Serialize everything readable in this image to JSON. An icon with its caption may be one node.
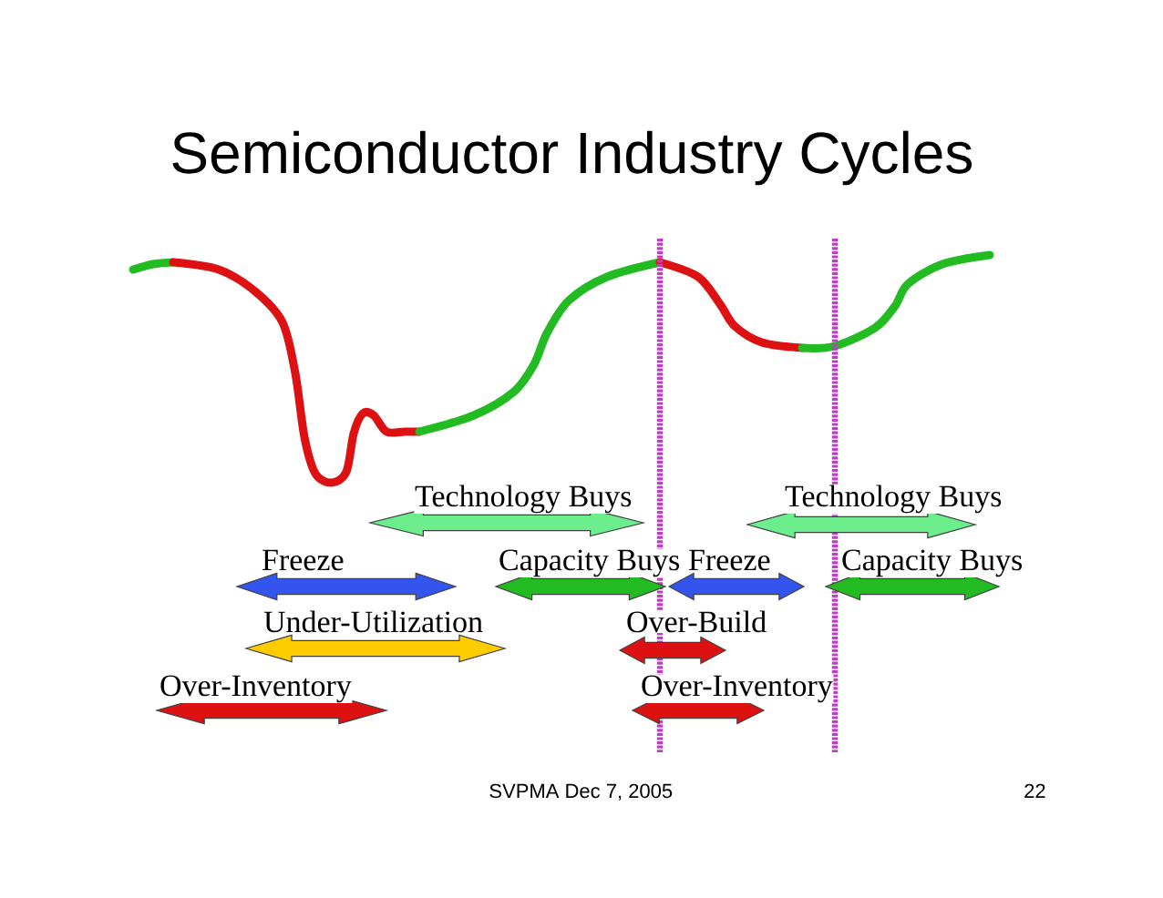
{
  "diagram": {
    "title": "Semiconductor Industry Cycles",
    "nodes": [
      {
        "text": [
          "Technology Buys"
        ]
      },
      {
        "text": [
          "Technology Buys"
        ]
      },
      {
        "text": [
          "Freeze"
        ]
      },
      {
        "text": [
          "Capacity Buys"
        ]
      },
      {
        "text": [
          "Freeze"
        ]
      },
      {
        "text": [
          "Capacity Buys"
        ]
      },
      {
        "text": [
          "Under-Utilization"
        ]
      },
      {
        "text": [
          "Over-Build"
        ]
      },
      {
        "text": [
          "Over-Inventory"
        ]
      },
      {
        "text": [
          "Over-Inventory"
        ]
      }
    ],
    "labels": [
      "SVPMA Dec 7, 2005",
      "22"
    ]
  }
}
